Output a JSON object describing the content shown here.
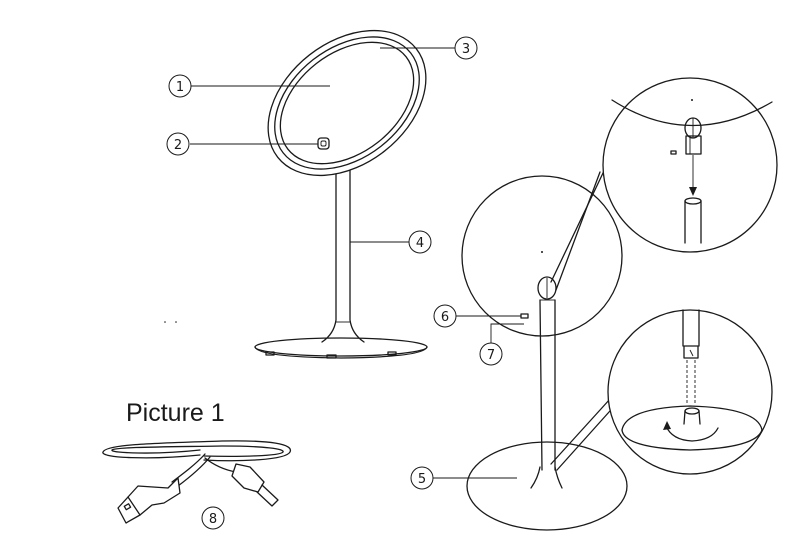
{
  "caption": "Picture 1",
  "callouts": [
    {
      "id": "1",
      "label": "1"
    },
    {
      "id": "2",
      "label": "2"
    },
    {
      "id": "3",
      "label": "3"
    },
    {
      "id": "4",
      "label": "4"
    },
    {
      "id": "5",
      "label": "5"
    },
    {
      "id": "6",
      "label": "6"
    },
    {
      "id": "7",
      "label": "7"
    },
    {
      "id": "8",
      "label": "8"
    }
  ]
}
